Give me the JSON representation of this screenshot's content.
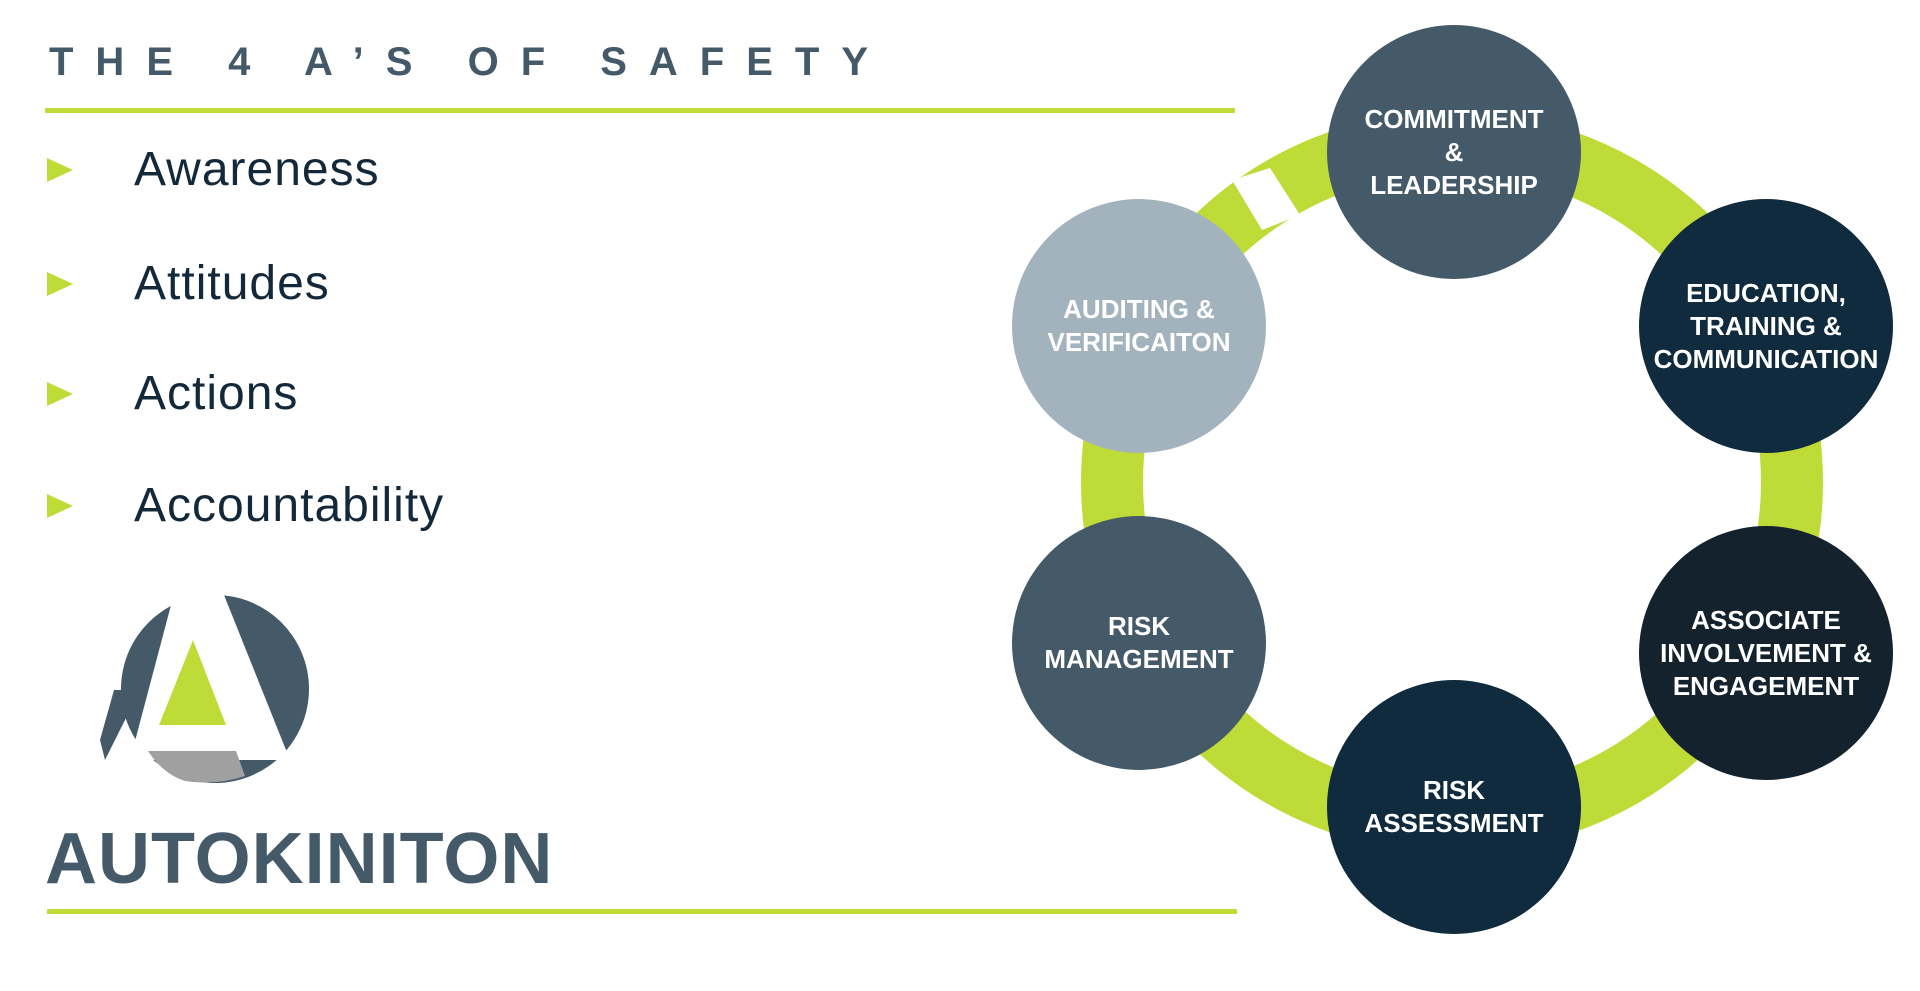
{
  "header": {
    "title": "THE 4 A’S OF SAFETY"
  },
  "list": {
    "items": [
      "Awareness",
      "Attitudes",
      "Actions",
      "Accountability"
    ]
  },
  "logo": {
    "brand": "AUTOKINITON"
  },
  "cycle": {
    "nodes": [
      {
        "line1": "COMMITMENT",
        "line2": "&",
        "line3": "LEADERSHIP"
      },
      {
        "line1": "EDUCATION,",
        "line2": "TRAINING &",
        "line3": "COMMUNICATION"
      },
      {
        "line1": "ASSOCIATE",
        "line2": "INVOLVEMENT &",
        "line3": "ENGAGEMENT"
      },
      {
        "line1": "RISK",
        "line2": "ASSESSMENT"
      },
      {
        "line1": "RISK",
        "line2": "MANAGEMENT"
      },
      {
        "line1": "AUDITING &",
        "line2": "VERIFICAITON"
      }
    ]
  },
  "colors": {
    "accent": "#BFDB38",
    "slate": "#455A68",
    "navy": "#0F2B3D",
    "dark": "#13222C",
    "light": "#A3B3BD"
  }
}
